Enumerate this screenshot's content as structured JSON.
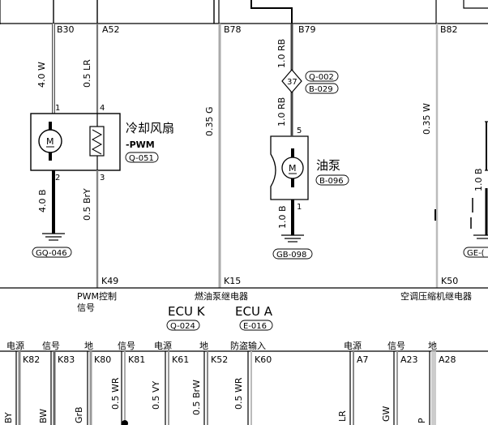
{
  "top_pins": {
    "b30": "B30",
    "a52": "A52",
    "b78": "B78",
    "b79": "B79",
    "b82": "B82"
  },
  "wires": {
    "w_4_0_w": "4.0 W",
    "w_0_5_lr": "0.5 LR",
    "w_0_35_g": "0.35 G",
    "w_1_0_rb_top": "1.0 RB",
    "w_1_0_rb_bottom": "1.0 RB",
    "w_0_35_w": "0.35 W",
    "w_4_0_b": "4.0 B",
    "w_0_5_bry": "0.5 BrY",
    "w_1_0_b_pump": "1.0 B",
    "w_1_0_b_right": "1.0 B"
  },
  "fan": {
    "title": "冷却风扇",
    "subtitle": "-PWM",
    "ref": "Q-051",
    "motor_letter": "M",
    "pin1": "1",
    "pin2": "2",
    "pin3": "3",
    "pin4": "4"
  },
  "splice": {
    "number": "37",
    "ref1": "Q-002",
    "ref2": "B-029"
  },
  "pump": {
    "title": "油泵",
    "ref": "B-096",
    "motor_letter": "M",
    "pin5": "5",
    "pin1": "1"
  },
  "grounds": {
    "gq046": "GQ-046",
    "gb098": "GB-098",
    "ge_partial": "GE-("
  },
  "lower_pins": {
    "k49": "K49",
    "k15": "K15",
    "k50": "K50"
  },
  "ecu_labels": {
    "pwm_line1": "PWM控制",
    "pwm_line2": "信号",
    "fuel_relay": "燃油泵继电器",
    "ac_relay": "空调压缩机继电器",
    "ecu_k": "ECU K",
    "ecu_a": "ECU A",
    "ref_q024": "Q-024",
    "ref_e016": "E-016"
  },
  "row_labels": {
    "power1": "电源",
    "signal1": "信号",
    "ground1": "地",
    "signal2": "信号",
    "power2": "电源",
    "ground2": "地",
    "antitheft": "防盗输入",
    "power3": "电源",
    "signal3": "信号",
    "ground3": "地"
  },
  "bottom_pins": {
    "k82": "K82",
    "k83": "K83",
    "k80": "K80",
    "k81": "K81",
    "k61": "K61",
    "k52": "K52",
    "k60": "K60",
    "a7": "A7",
    "a23": "A23",
    "a28": "A28"
  },
  "bottom_wires": {
    "by": "BY",
    "bw": "BW",
    "grb": "GrB",
    "wr1": "0.5 WR",
    "vy": "0.5 VY",
    "brw": "0.5 BrW",
    "wr2": "0.5 WR",
    "lr": "LR",
    "gw": "GW",
    "p": "P"
  }
}
